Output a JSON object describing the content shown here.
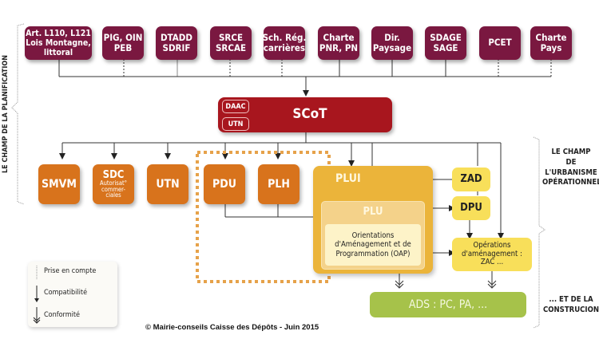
{
  "top_row": [
    {
      "label": "Art. L110, L121\nLois Montagne,\nlittoral",
      "relation": "compatibilite"
    },
    {
      "label": "PIG, OIN\nPEB",
      "relation": "prise-en-compte"
    },
    {
      "label": "DTADD\nSDRIF",
      "relation": "compatibilite"
    },
    {
      "label": "SRCE\nSRCAE",
      "relation": "prise-en-compte"
    },
    {
      "label": "Sch. Rég.\ncarrières",
      "relation": "prise-en-compte"
    },
    {
      "label": "Charte\nPNR, PN",
      "relation": "compatibilite"
    },
    {
      "label": "Dir.\nPaysage",
      "relation": "compatibilite"
    },
    {
      "label": "SDAGE\nSAGE",
      "relation": "compatibilite"
    },
    {
      "label": "PCET",
      "relation": "prise-en-compte"
    },
    {
      "label": "Charte\nPays",
      "relation": "prise-en-compte"
    }
  ],
  "scot": {
    "title": "SCoT",
    "tags": [
      "DAAC",
      "UTN"
    ]
  },
  "orange_boxes": [
    {
      "label": "SMVM"
    },
    {
      "label": "SDC",
      "sub": "Autorisat°\ncommer-\nciales"
    },
    {
      "label": "UTN"
    },
    {
      "label": "PDU"
    },
    {
      "label": "PLH"
    }
  ],
  "plui": {
    "title": "PLUI",
    "plu": "PLU",
    "oap": "Orientations\nd'Aménagement et de\nProgrammation (OAP)"
  },
  "right_boxes": {
    "zad": "ZAD",
    "dpu": "DPU",
    "operations": "Opérations\nd'aménagement :\nZAC ..."
  },
  "ads": "ADS : PC, PA, ...",
  "side_labels": {
    "planification": "LE CHAMP DE LA PLANIFICATION",
    "urbanisme": "LE CHAMP\nDE\nL'URBANISME\nOPÉRATIONNEL",
    "construction": "... ET DE LA\nCONSTRUCION"
  },
  "legend": [
    {
      "label": "Prise en compte",
      "type": "dotted"
    },
    {
      "label": "Compatibilité",
      "type": "arrow"
    },
    {
      "label": "Conformité",
      "type": "double-arrow"
    }
  ],
  "footer": "© Mairie-conseils Caisse des Dépôts - Juin 2015",
  "colors": {
    "top_row": "#7a1840",
    "scot": "#a8161e",
    "orange": "#d8731c",
    "plui": "#ebb43a",
    "yellow": "#f8df5a",
    "ads": "#a6c24a"
  }
}
